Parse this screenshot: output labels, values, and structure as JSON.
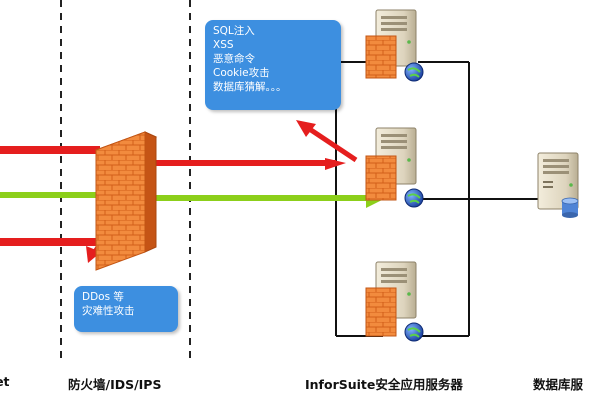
{
  "colors": {
    "attack": "#e51e1e",
    "legit": "#8ccf1a",
    "callout": "#3d8fe0"
  },
  "callouts": {
    "web_attacks": {
      "lines": [
        "SQL注入",
        "XSS",
        "恶意命令",
        "Cookie攻击",
        "数据库猜解。。。"
      ]
    },
    "network_attacks": {
      "lines": [
        "DDos 等",
        "灾难性攻击"
      ]
    }
  },
  "labels": {
    "internet": "rnet",
    "firewall": "防火墙/IDS/IPS",
    "app_server": "InforSuite安全应用服务器",
    "database": "数据库服"
  },
  "icons": {
    "firewall": "brick-firewall-icon",
    "app_server": "server-tower-globe-icon",
    "database": "database-server-icon"
  }
}
